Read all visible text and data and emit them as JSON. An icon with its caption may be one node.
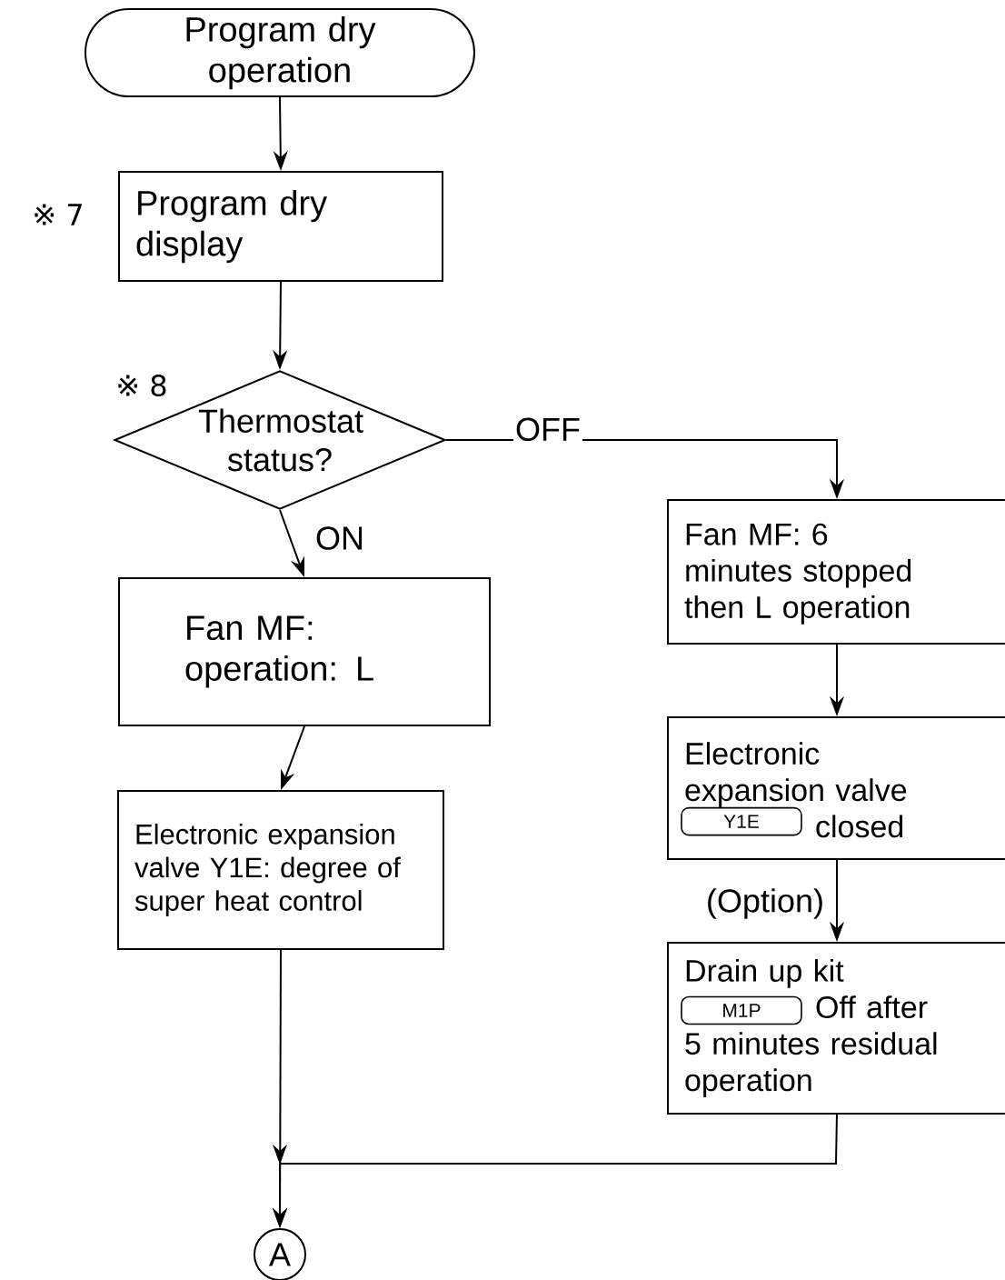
{
  "diagram": {
    "nodes": [
      {
        "text": [
          "Program dry operation"
        ]
      },
      {
        "text": [
          "Program dry display"
        ],
        "beside": [
          "※ 7"
        ]
      },
      {
        "text": [
          "Thermostat status?"
        ],
        "beside": [
          "※ 8"
        ]
      },
      {
        "text": [
          "Fan MF: operation: L"
        ]
      },
      {
        "text": [
          "Electronic expansion valve Y1E: degree of super heat control"
        ]
      },
      {
        "text": [
          "Fan MF: 6 minutes stopped then L operation"
        ]
      },
      {
        "text": [
          "Electronic expansion valve",
          "closed"
        ]
      },
      {
        "text": [
          "Y1E"
        ],
        "in": 6
      },
      {
        "text": [
          "Drain up kit",
          "Off after 5 minutes residual operation"
        ]
      },
      {
        "text": [
          "M1P"
        ],
        "in": 8
      },
      {
        "text": [
          "A"
        ]
      }
    ],
    "edges": [
      {
        "from": 0,
        "to": 1,
        "arrow": "to"
      },
      {
        "from": 1,
        "to": 2,
        "arrow": "to"
      },
      {
        "from": 2,
        "to": 3,
        "arrow": "to",
        "label": "ON"
      },
      {
        "from": 2,
        "to": 5,
        "arrow": "to",
        "label": "OFF"
      },
      {
        "from": 3,
        "to": 4,
        "arrow": "to"
      },
      {
        "from": 5,
        "to": 6,
        "arrow": "to"
      },
      {
        "from": 6,
        "to": 8,
        "arrow": "to",
        "label": "(Option)"
      },
      {
        "from": 4,
        "to": 10,
        "arrow": "to"
      },
      {
        "from": 8,
        "to": 10,
        "arrow": "to"
      }
    ]
  }
}
